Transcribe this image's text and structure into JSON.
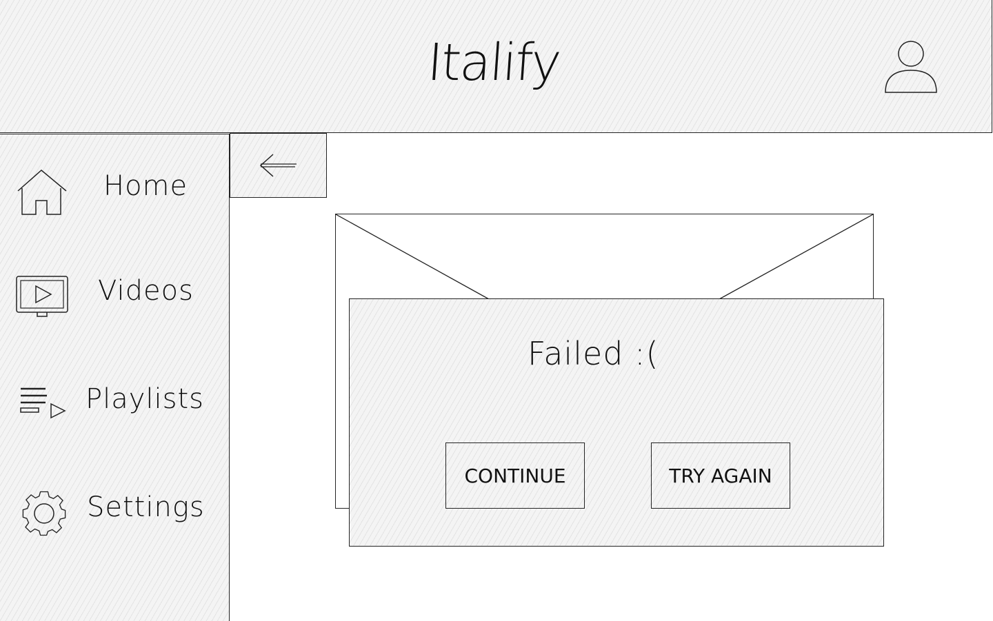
{
  "header": {
    "title": "Italify",
    "profile_icon": "user-avatar-icon"
  },
  "sidebar": {
    "items": [
      {
        "label": "Home",
        "icon": "home-icon"
      },
      {
        "label": "Videos",
        "icon": "video-screen-icon"
      },
      {
        "label": "Playlists",
        "icon": "playlist-icon"
      },
      {
        "label": "Settings",
        "icon": "gear-icon"
      }
    ]
  },
  "main": {
    "back_icon": "arrow-left-icon",
    "image_placeholder_icon": "image-placeholder-icon",
    "dialog": {
      "message": "Failed :(",
      "continue_label": "CONTINUE",
      "try_again_label": "TRY AGAIN"
    }
  }
}
